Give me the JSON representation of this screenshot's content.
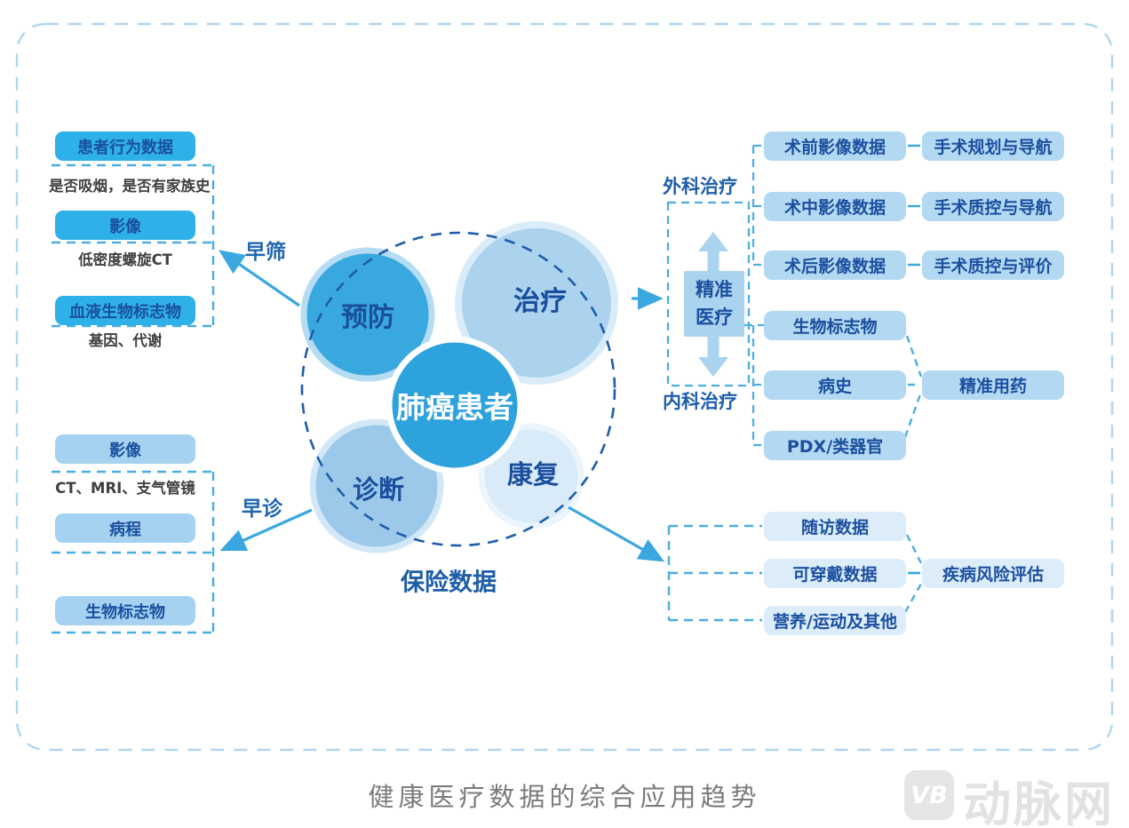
{
  "palette": {
    "accent_cyan": "#3aa7e0",
    "navy_text": "#1b4f9f",
    "deep_blue": "#1d5da9",
    "pill_cyan": "#2eb0e8",
    "pill_light": "#a5d2f0",
    "pill_mid": "#b3d9f2",
    "pill_pale": "#dcedf9",
    "circle_prevention": "#38a8de",
    "circle_treatment": "#abd3ee",
    "circle_diagnosis": "#9cc9ea",
    "circle_rehab": "#d9ebf8",
    "circle_core": "#2da2dc"
  },
  "left_top": {
    "pill1": "患者行为数据",
    "note1": "是否吸烟，是否有家族史",
    "pill2": "影像",
    "note2": "低密度螺旋CT",
    "pill3": "血液生物标志物",
    "note3": "基因、代谢",
    "arrow_label": "早筛"
  },
  "left_bottom": {
    "pill1": "影像",
    "note1": "CT、MRI、支气管镜",
    "pill2": "病程",
    "pill3": "生物标志物",
    "arrow_label": "早诊"
  },
  "center": {
    "core": "肺癌患者",
    "prevention": "预防",
    "treatment": "治疗",
    "diagnosis": "诊断",
    "rehabilitation": "康复",
    "insurance": "保险数据"
  },
  "right": {
    "surgical": "外科治疗",
    "medical": "内科治疗",
    "precision": "精准医疗",
    "pills": [
      "术前影像数据",
      "术中影像数据",
      "术后影像数据",
      "生物标志物",
      "病史",
      "PDX/类器官"
    ],
    "outcomes": [
      "手术规划与导航",
      "手术质控与导航",
      "手术质控与评价"
    ],
    "drug": "精准用药"
  },
  "rehab": {
    "pills": [
      "随访数据",
      "可穿戴数据",
      "营养/运动及其他"
    ],
    "outcome": "疾病风险评估"
  },
  "footer": {
    "title": "健康医疗数据的综合应用趋势",
    "logo_text": "VB",
    "brand": "动脉网"
  }
}
